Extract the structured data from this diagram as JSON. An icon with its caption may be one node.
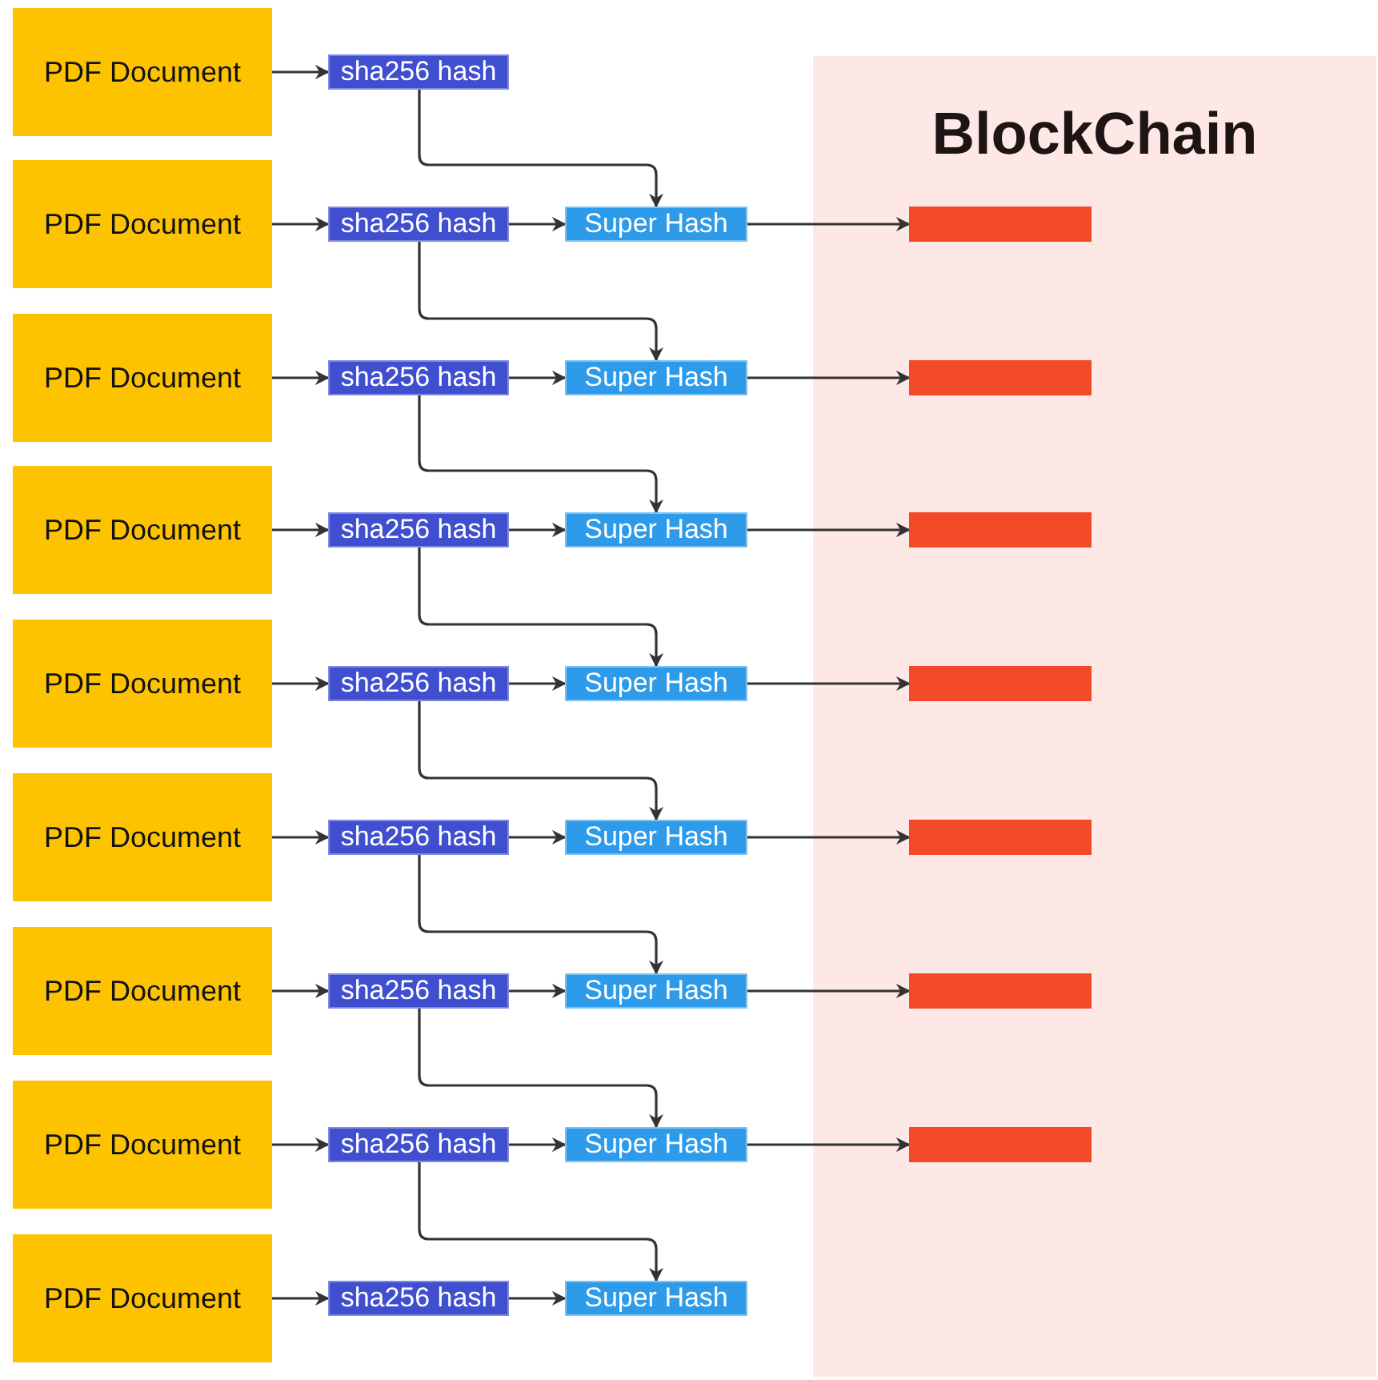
{
  "diagram": {
    "nodes": [
      {
        "text": [
          "BlockChain"
        ]
      },
      {
        "text": [
          "PDF Document"
        ]
      },
      {
        "text": [
          "sha256 hash"
        ]
      },
      {
        "text": [
          "PDF Document"
        ]
      },
      {
        "text": [
          "sha256 hash"
        ]
      },
      {
        "text": [
          "Super Hash"
        ]
      },
      {
        "text": [],
        "shape": "bar",
        "in": 0
      },
      {
        "text": [
          "PDF Document"
        ]
      },
      {
        "text": [
          "sha256 hash"
        ]
      },
      {
        "text": [
          "Super Hash"
        ]
      },
      {
        "text": [],
        "shape": "bar",
        "in": 0
      },
      {
        "text": [
          "PDF Document"
        ]
      },
      {
        "text": [
          "sha256 hash"
        ]
      },
      {
        "text": [
          "Super Hash"
        ]
      },
      {
        "text": [],
        "shape": "bar",
        "in": 0
      },
      {
        "text": [
          "PDF Document"
        ]
      },
      {
        "text": [
          "sha256 hash"
        ]
      },
      {
        "text": [
          "Super Hash"
        ]
      },
      {
        "text": [],
        "shape": "bar",
        "in": 0
      },
      {
        "text": [
          "PDF Document"
        ]
      },
      {
        "text": [
          "sha256 hash"
        ]
      },
      {
        "text": [
          "Super Hash"
        ]
      },
      {
        "text": [],
        "shape": "bar",
        "in": 0
      },
      {
        "text": [
          "PDF Document"
        ]
      },
      {
        "text": [
          "sha256 hash"
        ]
      },
      {
        "text": [
          "Super Hash"
        ]
      },
      {
        "text": [],
        "shape": "bar",
        "in": 0
      },
      {
        "text": [
          "PDF Document"
        ]
      },
      {
        "text": [
          "sha256 hash"
        ]
      },
      {
        "text": [
          "Super Hash"
        ]
      },
      {
        "text": [],
        "shape": "bar",
        "in": 0
      },
      {
        "text": [
          "PDF Document"
        ]
      },
      {
        "text": [
          "sha256 hash"
        ]
      },
      {
        "text": [
          "Super Hash"
        ]
      }
    ],
    "edges": [
      {
        "from": 1,
        "to": 2,
        "arrow": "to"
      },
      {
        "from": 3,
        "to": 4,
        "arrow": "to"
      },
      {
        "from": 2,
        "to": 5,
        "arrow": "to"
      },
      {
        "from": 4,
        "to": 5,
        "arrow": "to"
      },
      {
        "from": 5,
        "to": 6,
        "arrow": "to"
      },
      {
        "from": 7,
        "to": 8,
        "arrow": "to"
      },
      {
        "from": 4,
        "to": 9,
        "arrow": "to"
      },
      {
        "from": 8,
        "to": 9,
        "arrow": "to"
      },
      {
        "from": 9,
        "to": 10,
        "arrow": "to"
      },
      {
        "from": 11,
        "to": 12,
        "arrow": "to"
      },
      {
        "from": 8,
        "to": 13,
        "arrow": "to"
      },
      {
        "from": 12,
        "to": 13,
        "arrow": "to"
      },
      {
        "from": 13,
        "to": 14,
        "arrow": "to"
      },
      {
        "from": 15,
        "to": 16,
        "arrow": "to"
      },
      {
        "from": 12,
        "to": 17,
        "arrow": "to"
      },
      {
        "from": 16,
        "to": 17,
        "arrow": "to"
      },
      {
        "from": 17,
        "to": 18,
        "arrow": "to"
      },
      {
        "from": 19,
        "to": 20,
        "arrow": "to"
      },
      {
        "from": 16,
        "to": 21,
        "arrow": "to"
      },
      {
        "from": 20,
        "to": 21,
        "arrow": "to"
      },
      {
        "from": 21,
        "to": 22,
        "arrow": "to"
      },
      {
        "from": 23,
        "to": 24,
        "arrow": "to"
      },
      {
        "from": 20,
        "to": 25,
        "arrow": "to"
      },
      {
        "from": 24,
        "to": 25,
        "arrow": "to"
      },
      {
        "from": 25,
        "to": 26,
        "arrow": "to"
      },
      {
        "from": 27,
        "to": 28,
        "arrow": "to"
      },
      {
        "from": 24,
        "to": 29,
        "arrow": "to"
      },
      {
        "from": 28,
        "to": 29,
        "arrow": "to"
      },
      {
        "from": 29,
        "to": 30,
        "arrow": "to"
      },
      {
        "from": 31,
        "to": 32,
        "arrow": "to"
      },
      {
        "from": 28,
        "to": 33,
        "arrow": "to"
      },
      {
        "from": 32,
        "to": 33,
        "arrow": "to"
      }
    ]
  }
}
